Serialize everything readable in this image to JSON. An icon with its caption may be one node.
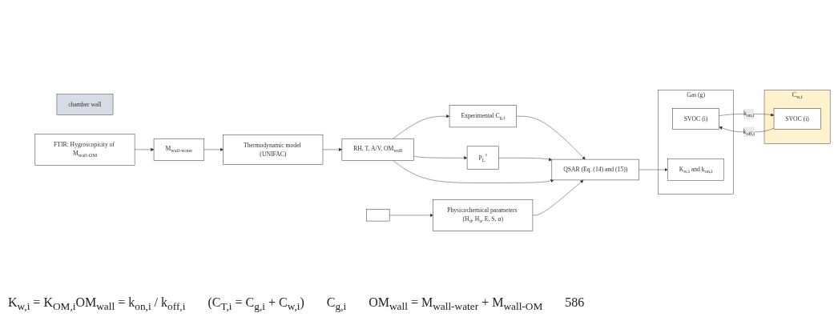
{
  "diagram": {
    "nodes": [
      {
        "text": [
          "Gas (g)"
        ]
      },
      {
        "text": [
          "SVOC (i)"
        ],
        "in": 0
      },
      {
        "text": [
          "K$_{w,i}$ and k$_{on,i}$"
        ],
        "in": 0
      },
      {
        "text": [
          "C$_{w,i}$"
        ]
      },
      {
        "text": [
          "SVOC (i)"
        ],
        "in": 3
      },
      {
        "text": [
          "chamber wall"
        ]
      },
      {
        "text": [
          "Experimental C$_{g,i}$"
        ]
      },
      {
        "text": [
          "RH, T, A/V, OM$_{wall}$"
        ]
      },
      {
        "text": [
          "P$_{L}$$^{°}$"
        ]
      },
      {
        "text": [
          "QSAR (Eq. (14) and (15))"
        ]
      },
      {
        "text": [
          "Physicochemical parameters (H$_{d}$, H$_{a}$, E, S, α)"
        ]
      },
      {
        "text": [],
        "shape": "box"
      },
      {
        "text": [
          "Thermodynamic model (UNIFAC)"
        ]
      },
      {
        "text": [
          "M$_{wall-water}$"
        ]
      },
      {
        "text": [
          "FTIR: Hygroscopicity of M$_{wall-OM}$"
        ]
      }
    ],
    "edges": [
      {
        "from": 1,
        "to": 4,
        "arrow": "to",
        "label": "k$_{on,i}$"
      },
      {
        "from": 4,
        "to": 1,
        "arrow": "to",
        "label": "k$_{off,i}$"
      },
      {
        "from": 7,
        "to": 6,
        "arrow": "to"
      },
      {
        "from": 6,
        "to": 9,
        "arrow": "to"
      },
      {
        "from": 7,
        "to": 8,
        "arrow": "to"
      },
      {
        "from": 8,
        "to": 9,
        "arrow": "to"
      },
      {
        "from": 7,
        "to": 9,
        "arrow": "to"
      },
      {
        "from": 9,
        "to": 2,
        "arrow": "to"
      },
      {
        "from": 10,
        "to": 9,
        "arrow": "to"
      },
      {
        "from": 11,
        "to": 10,
        "arrow": "to"
      },
      {
        "from": 12,
        "to": 7,
        "arrow": "to"
      },
      {
        "from": 13,
        "to": 12,
        "arrow": "to"
      },
      {
        "from": 14,
        "to": 13,
        "arrow": "to"
      }
    ],
    "labels": [
      "K$_{w,i}$ = K$_{OM,i}$OM$_{wall}$ = k$_{on,i}$ / k$_{off,i}$",
      "(C$_{T,i}$ = C$_{g,i}$ + C$_{w,i}$)",
      "C$_{g,i}$",
      "OM$_{wall}$ = M$_{wall-water}$ + M$_{wall-OM}$",
      "586"
    ]
  }
}
